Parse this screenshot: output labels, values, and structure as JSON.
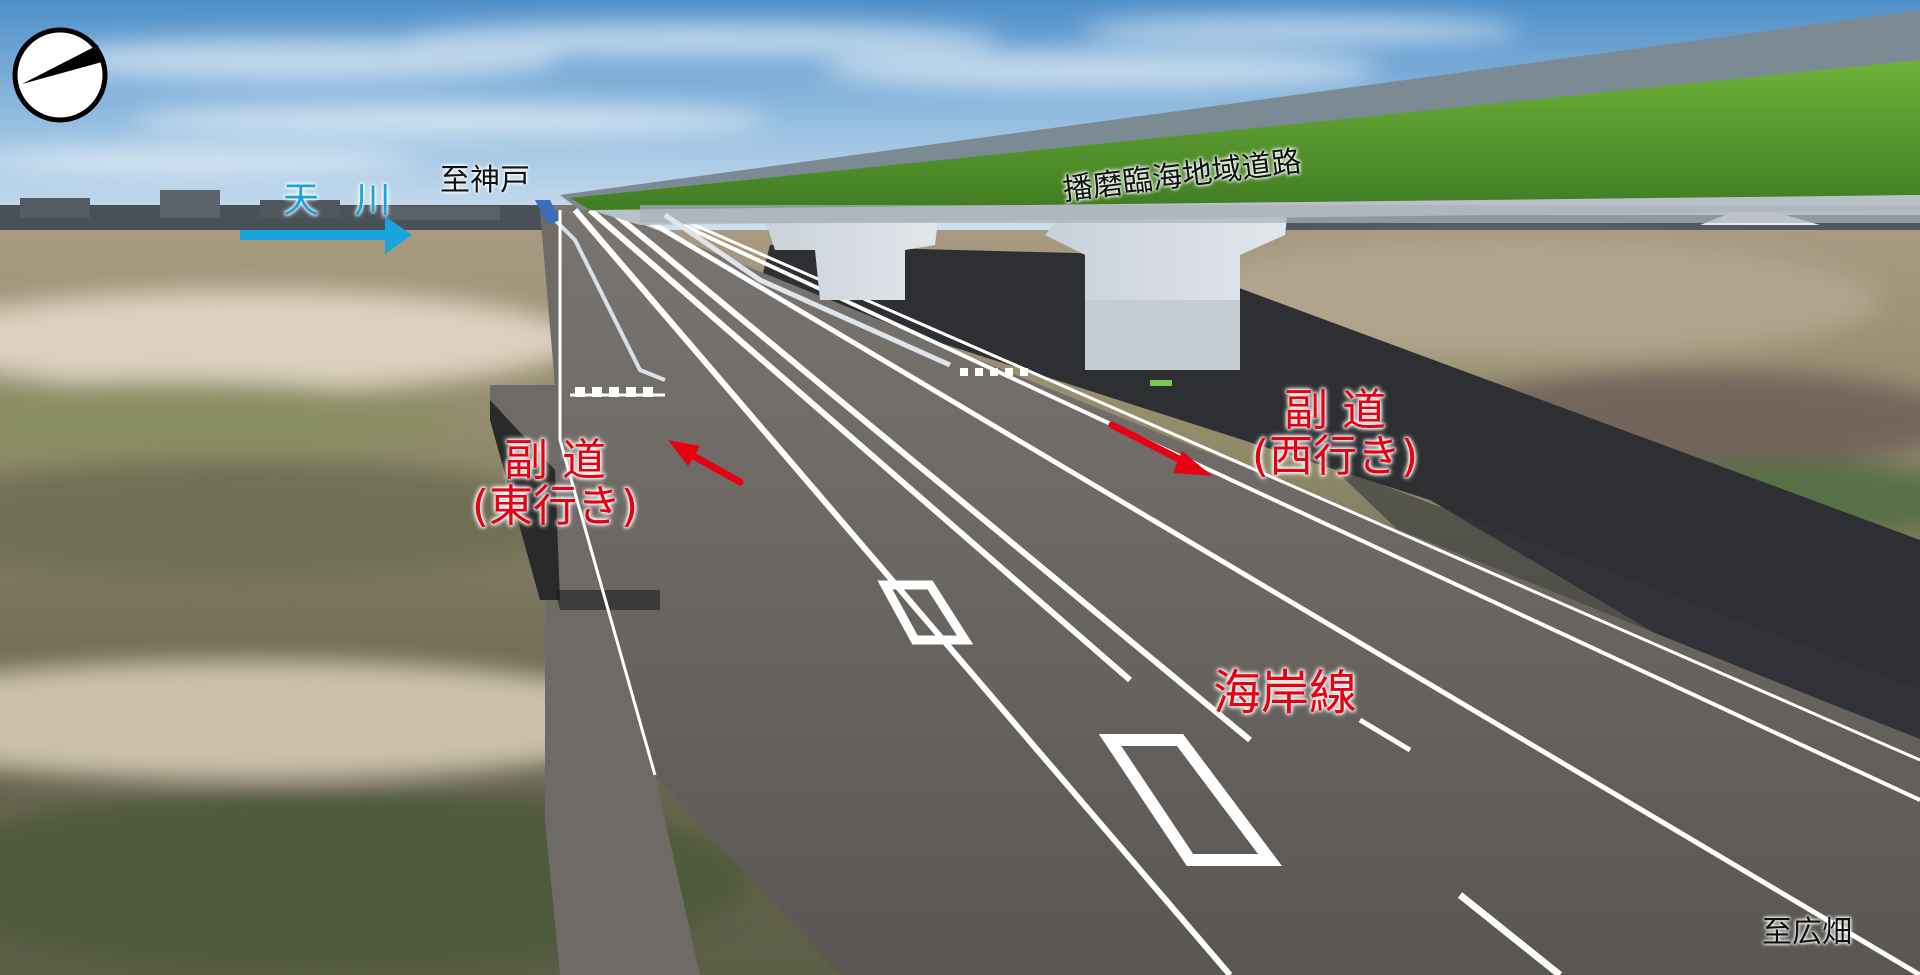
{
  "labels": {
    "river": "天 川",
    "to_kobe": "至神戸",
    "expressway": "播磨臨海地域道路",
    "side_road_east_line1": "副 道",
    "side_road_east_line2": "(東行き)",
    "side_road_west_line1": "副 道",
    "side_road_west_line2": "(西行き)",
    "main_road": "海岸線",
    "to_hirohata": "至広畑"
  },
  "icons": {
    "compass": "compass-icon",
    "river_flow": "river-flow-arrow",
    "east_direction": "direction-arrow-east",
    "west_direction": "direction-arrow-west"
  },
  "colors": {
    "annotation_red": "#e60012",
    "river_blue": "#1aa3dc",
    "expressway_green": "#5a9e2f",
    "road_asphalt": "#5a5651",
    "lane_marking": "#ffffff"
  }
}
